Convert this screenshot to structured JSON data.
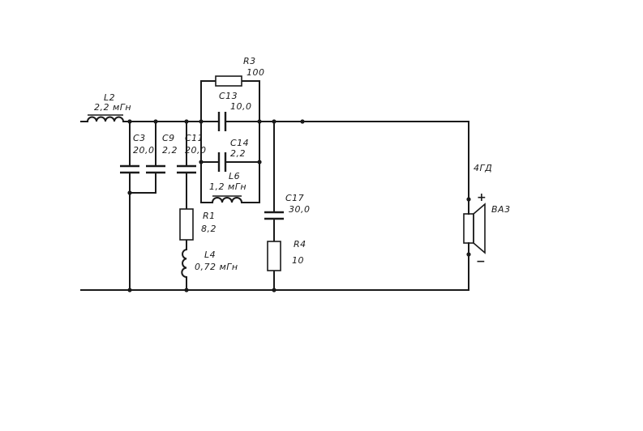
{
  "components": {
    "L2": {
      "ref": "L2",
      "value": "2,2 мГн"
    },
    "C3": {
      "ref": "C3",
      "value": "20,0"
    },
    "C9": {
      "ref": "C9",
      "value": "2,2"
    },
    "C11": {
      "ref": "C11",
      "value": "20,0"
    },
    "R3": {
      "ref": "R3",
      "value": "100"
    },
    "C13": {
      "ref": "C13",
      "value": "10,0"
    },
    "C14": {
      "ref": "C14",
      "value": "2,2"
    },
    "L6": {
      "ref": "L6",
      "value": "1,2 мГн"
    },
    "C17": {
      "ref": "C17",
      "value": "30,0"
    },
    "R4": {
      "ref": "R4",
      "value": "10"
    },
    "R1": {
      "ref": "R1",
      "value": "8,2"
    },
    "L4": {
      "ref": "L4",
      "value": "0,72 мГн"
    },
    "BA3": {
      "ref": "BA3",
      "type": "4ГД",
      "plus": "+",
      "minus": "−"
    }
  }
}
